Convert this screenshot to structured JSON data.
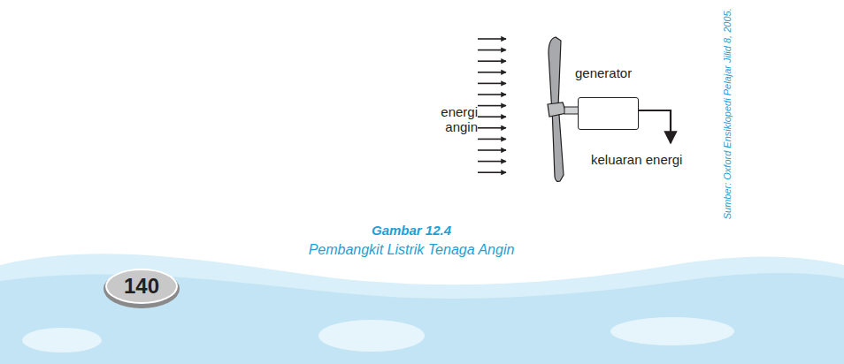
{
  "diagram": {
    "title": "Gambar 12.4",
    "caption": "Pembangkit Listrik Tenaga Angin",
    "nodes": [
      {
        "text": [
          "generator"
        ]
      }
    ],
    "edges": [],
    "labels": [
      "energi angin",
      "keluaran energi",
      "Sumber: Oxford Ensiklopedi Pelajar Jilid 8, 2005.",
      "140"
    ]
  }
}
